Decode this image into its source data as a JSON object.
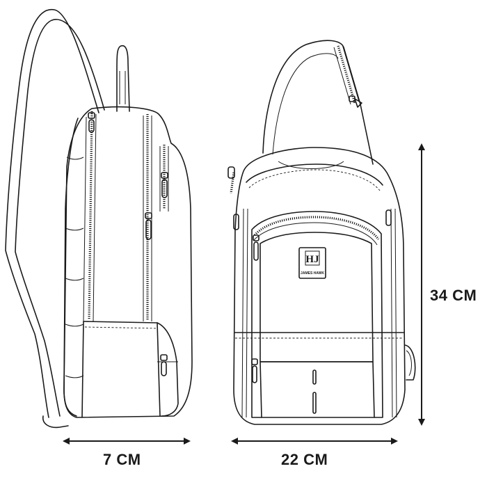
{
  "dimensions": {
    "depth": "7 CM",
    "width": "22 CM",
    "height": "34 CM"
  },
  "brand": {
    "monogram": "HJ",
    "name": "JAMES HAWK"
  },
  "colors": {
    "line": "#1a1a1a",
    "background": "#ffffff"
  }
}
